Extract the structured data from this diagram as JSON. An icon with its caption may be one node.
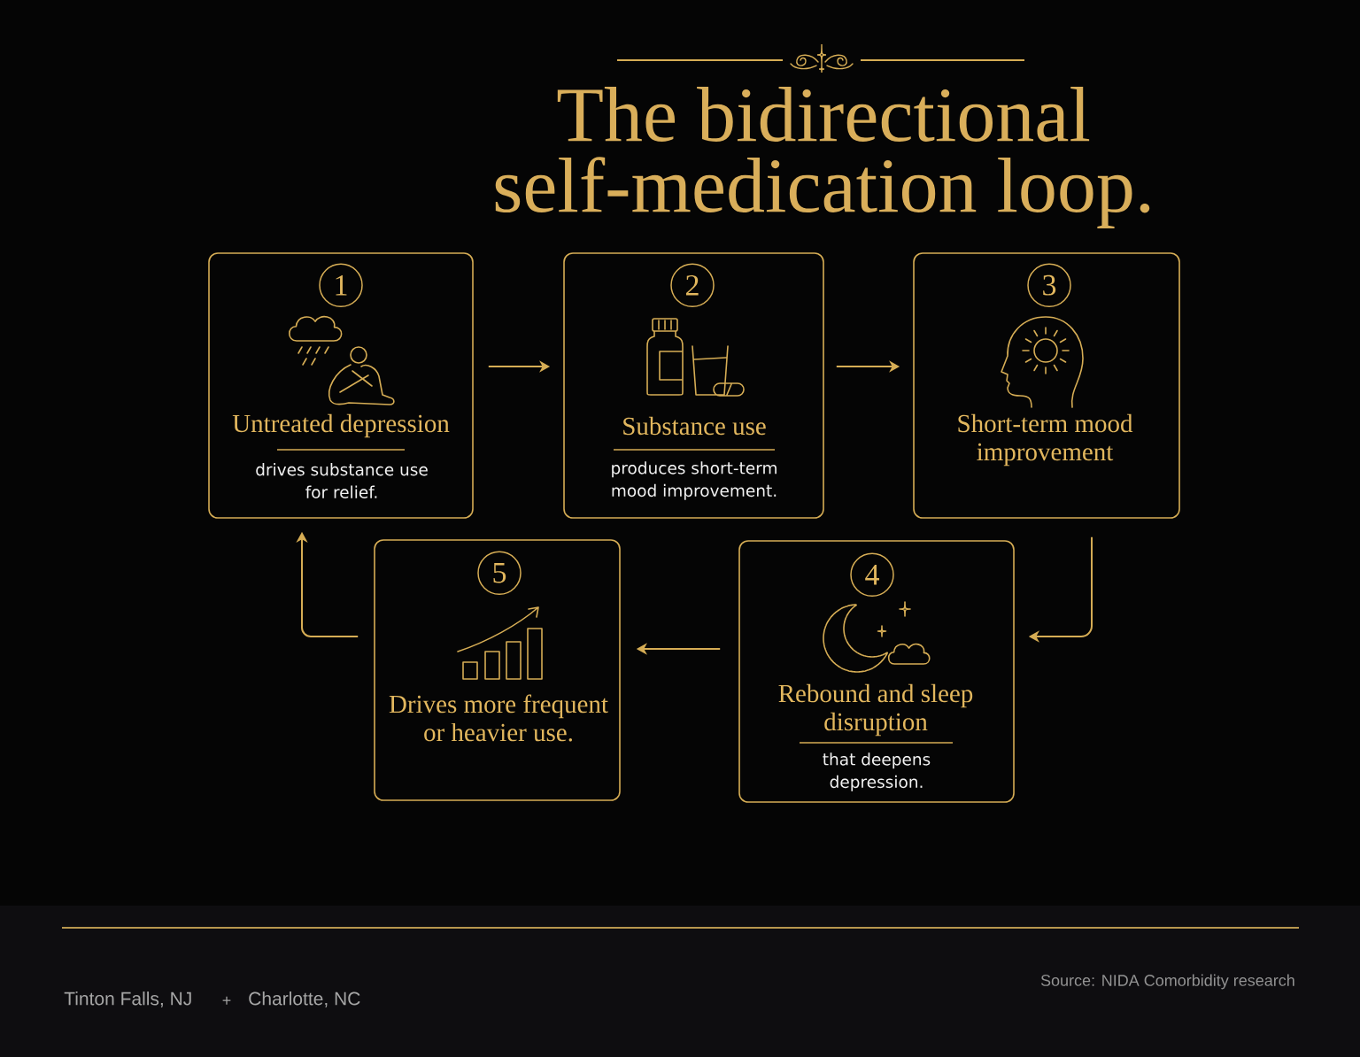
{
  "diagram": {
    "title": "The bidirectional self-medication loop.",
    "nodes": [
      {
        "text": [
          "Untreated depression",
          "drives substance use for relief."
        ]
      },
      {
        "text": [
          "1"
        ],
        "in": 0
      },
      {
        "text": [
          "Substance use",
          "produces short-term mood improvement."
        ]
      },
      {
        "text": [
          "2"
        ],
        "in": 2
      },
      {
        "text": [
          "Short-term mood improvement"
        ]
      },
      {
        "text": [
          "3"
        ],
        "in": 4
      },
      {
        "text": [
          "Rebound and sleep disruption",
          "that deepens depression."
        ]
      },
      {
        "text": [
          "4"
        ],
        "in": 6
      },
      {
        "text": [
          "Drives more frequent or heavier use."
        ]
      },
      {
        "text": [
          "5"
        ],
        "in": 8
      }
    ],
    "edges": [
      {
        "from": 0,
        "to": 2,
        "arrow": "to"
      },
      {
        "from": 2,
        "to": 4,
        "arrow": "to"
      },
      {
        "from": 4,
        "to": 6,
        "arrow": "to"
      },
      {
        "from": 6,
        "to": 8,
        "arrow": "to"
      },
      {
        "from": 8,
        "to": 0,
        "arrow": "to"
      }
    ],
    "labels": [
      "Tinton Falls, NJ",
      "+",
      "Charlotte, NC",
      "Source: NIDA Comorbidity research"
    ]
  }
}
